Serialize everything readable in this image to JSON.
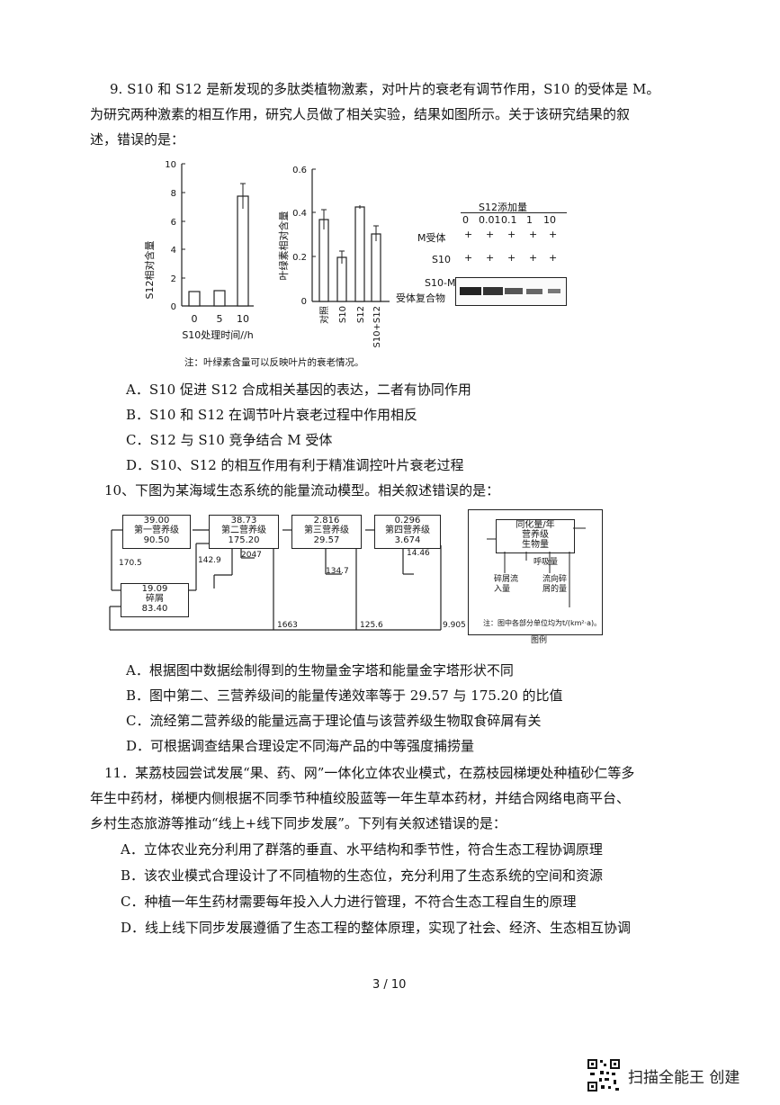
{
  "q9": {
    "stem_line1": "9. S10 和 S12 是新发现的多肽类植物激素，对叶片的衰老有调节作用，S10 的受体是 M。",
    "stem_line2": "为研究两种激素的相互作用，研究人员做了相关实验，结果如图所示。关于该研究结果的叙",
    "stem_line3": "述，错误的是：",
    "chart1": {
      "ylabel": "S12相对含量",
      "xlabel": "S10处理时间//h",
      "yticks": [
        "10",
        "8",
        "6",
        "4",
        "2",
        "0"
      ],
      "xticks": [
        "0",
        "5",
        "10"
      ]
    },
    "chart2": {
      "ylabel": "叶绿素相对含量",
      "yticks": [
        "0.6",
        "0.4",
        "0.2",
        "0"
      ],
      "xticks": [
        "对照",
        "S10",
        "S12",
        "S10+S12"
      ]
    },
    "blot": {
      "header": "S12添加量",
      "conc": [
        "0",
        "0.01",
        "0.1",
        "1",
        "10"
      ],
      "row1_label": "M受体",
      "row2_label": "S10",
      "plus": "+",
      "complex_label_1": "S10-M",
      "complex_label_2": "受体复合物"
    },
    "note": "注：叶绿素含量可以反映叶片的衰老情况。",
    "options": [
      "A．S10 促进 S12 合成相关基因的表达，二者有协同作用",
      "B．S10 和 S12 在调节叶片衰老过程中作用相反",
      "C．S12 与 S10 竞争结合 M 受体",
      "D．S10、S12 的相互作用有利于精准调控叶片衰老过程"
    ]
  },
  "q10": {
    "stem": "10、下图为某海域生态系统的能量流动模型。相关叙述错误的是：",
    "diagram": {
      "b1_top": "39.00",
      "b1_mid": "第一营养级",
      "b1_bot": "90.50",
      "b2_top": "38.73",
      "b2_mid": "第二营养级",
      "b2_bot": "175.20",
      "b2_resp": "2047",
      "b3_top": "2.816",
      "b3_mid": "第三营养级",
      "b3_bot": "29.57",
      "b3_resp": "134.7",
      "b4_top": "0.296",
      "b4_mid": "第四营养级",
      "b4_bot": "3.674",
      "b4_resp": "14.46",
      "det_top": "19.09",
      "det_mid": "碎屑",
      "det_bot": "83.40",
      "v_170": "170.5",
      "v_142": "142.9",
      "v_1663": "1663",
      "v_125": "125.6",
      "v_9905": "9.905",
      "legend_box_1": "同化量/年",
      "legend_box_2": "营养级",
      "legend_box_3": "生物量",
      "legend_resp": "呼吸量",
      "legend_in_1": "碎屑流",
      "legend_in_2": "入量",
      "legend_out_1": "流向碎",
      "legend_out_2": "屑的量",
      "legend_note": "注：图中各部分单位均为t/(km²·a)。",
      "legend_title": "图例"
    },
    "options": [
      "A．根据图中数据绘制得到的生物量金字塔和能量金字塔形状不同",
      "B．图中第二、三营养级间的能量传递效率等于 29.57 与 175.20 的比值",
      "C．流经第二营养级的能量远高于理论值与该营养级生物取食碎屑有关",
      "D．可根据调查结果合理设定不同海产品的中等强度捕捞量"
    ]
  },
  "q11": {
    "stem_line1": "11．某荔枝园尝试发展“果、药、网”一体化立体农业模式，在荔枝园梯埂处种植砂仁等多",
    "stem_line2": "年生中药材，梯梗内侧根据不同季节种植绞股蓝等一年生草本药材，并结合网络电商平台、",
    "stem_line3": "乡村生态旅游等推动“线上+线下同步发展”。下列有关叙述错误的是：",
    "options": [
      "A．立体农业充分利用了群落的垂直、水平结构和季节性，符合生态工程协调原理",
      "B．该农业模式合理设计了不同植物的生态位，充分利用了生态系统的空间和资源",
      "C．种植一年生药材需要每年投入人力进行管理，不符合生态工程自生的原理",
      "D．线上线下同步发展遵循了生态工程的整体原理，实现了社会、经济、生态相互协调"
    ]
  },
  "page_number": "3 / 10",
  "watermark": "扫描全能王 创建"
}
